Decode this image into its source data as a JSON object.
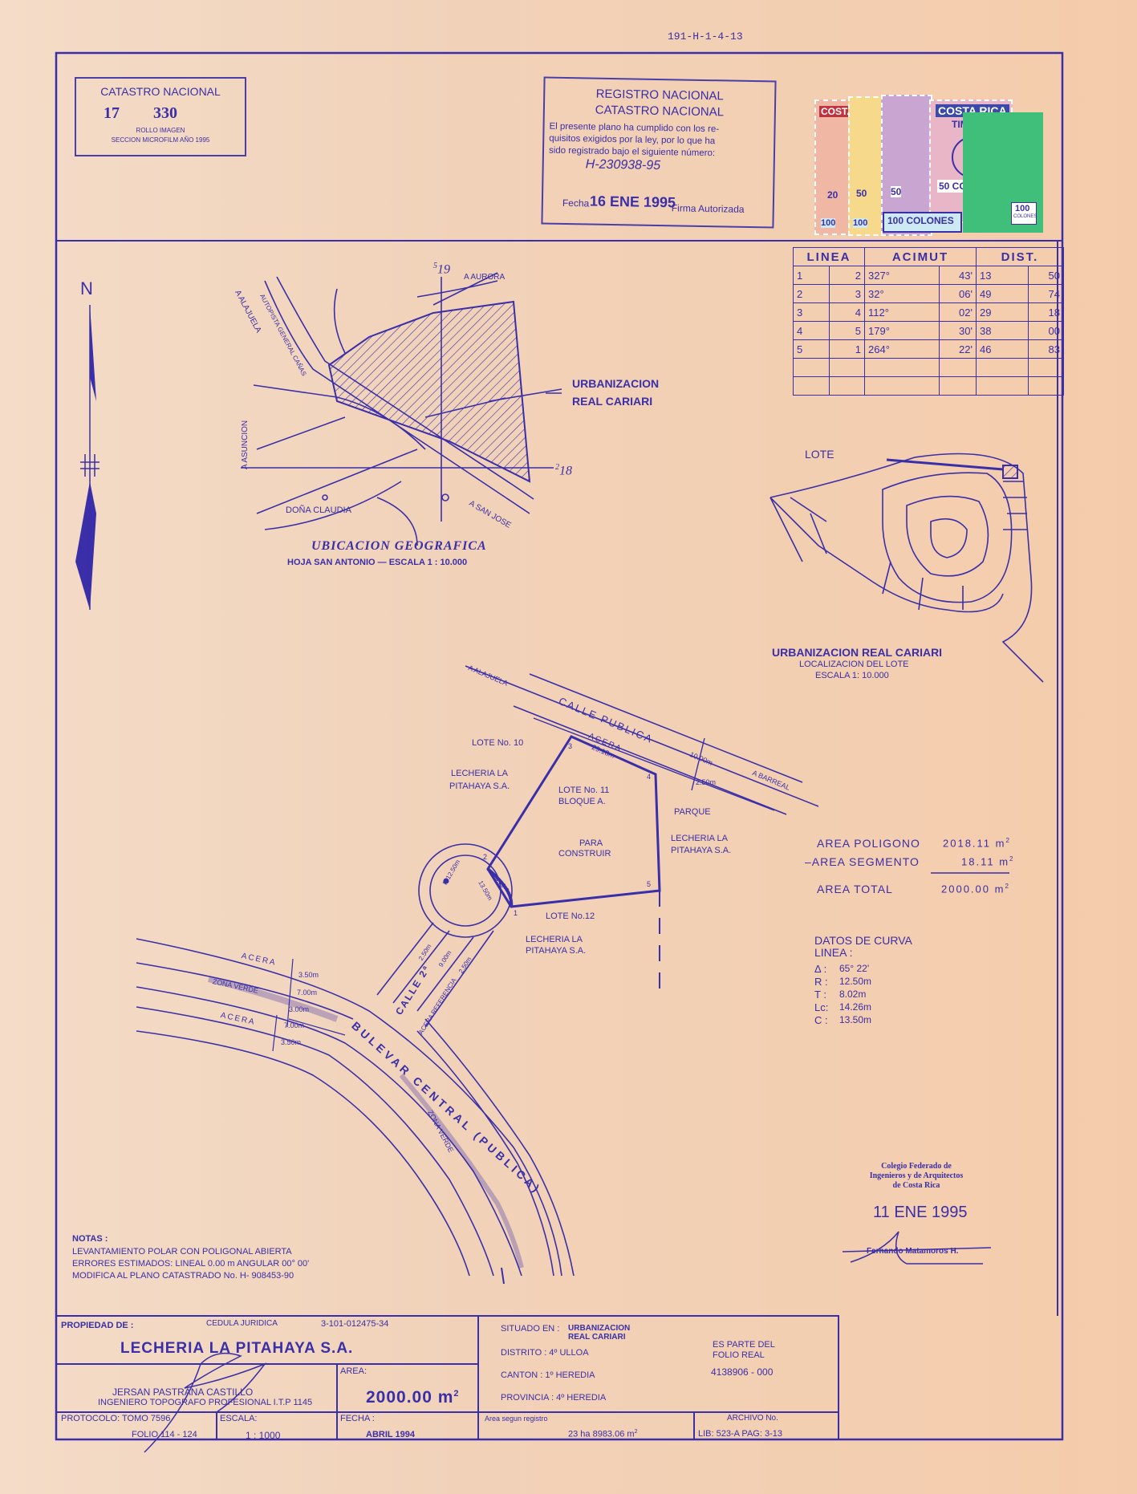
{
  "header": {
    "ref_code": "191-H-1-4-13",
    "catastro_title": "CATASTRO NACIONAL",
    "catastro_numbers": [
      "17",
      "330"
    ],
    "catastro_sub": [
      "ROLLO IMAGEN",
      "SECCION MICROFILM AÑO 1995"
    ],
    "registro_title": [
      "REGISTRO NACIONAL",
      "CATASTRO NACIONAL"
    ],
    "registro_text": [
      "El presente plano ha cumplido con los re-",
      "quisitos exigidos por la ley, por lo que ha",
      "sido registrado bajo el siguiente número:"
    ],
    "registro_number": "H-230938-95",
    "registro_date_label": "Fecha",
    "registro_date": "16 ENE 1995",
    "registro_sign_label": "Firma Autorizada",
    "stamps": {
      "brand": "COSTA RICA",
      "kind": "TIMBRE",
      "big_value": "50 COLONES",
      "low_value": "100 COLONES",
      "small_values": [
        "20",
        "50",
        "50",
        "100",
        "100",
        "100"
      ],
      "side_value": "100",
      "side_unit": "COLONES"
    }
  },
  "table": {
    "headers": [
      "LINEA",
      "ACIMUT",
      "DIST."
    ],
    "rows": [
      [
        "1",
        "2",
        "327°",
        "43'",
        "13",
        "50"
      ],
      [
        "2",
        "3",
        "32°",
        "06'",
        "49",
        "74"
      ],
      [
        "3",
        "4",
        "112°",
        "02'",
        "29",
        "18"
      ],
      [
        "4",
        "5",
        "179°",
        "30'",
        "38",
        "00"
      ],
      [
        "5",
        "1",
        "264°",
        "22'",
        "46",
        "83"
      ],
      [
        "",
        "",
        "",
        "",
        "",
        ""
      ],
      [
        "",
        "",
        "",
        "",
        "",
        ""
      ]
    ]
  },
  "location_map": {
    "north": "N",
    "label_urbanizacion": [
      "URBANIZACION",
      "REAL CARIARI"
    ],
    "grid_top": "19",
    "grid_top_sup": "5",
    "grid_right": "18",
    "grid_right_sup": "2",
    "road_labels": [
      "A AURORA",
      "A ALAJUELA",
      "AUTOPISTA GENERAL CAÑAS",
      "A ASUNCION",
      "DOÑA CLAUDIA",
      "A SAN JOSE"
    ],
    "title": "UBICACION GEOGRAFICA",
    "subtitle": "HOJA SAN ANTONIO — ESCALA 1 : 10.000"
  },
  "lote_map": {
    "lote_label": "LOTE",
    "title": "URBANIZACION REAL CARIARI",
    "subtitle": [
      "LOCALIZACION DEL LOTE",
      "ESCALA 1: 10.000"
    ]
  },
  "plan": {
    "calle_publica": "CALLE PUBLICA",
    "a_alajuela": "A ALAJUELA",
    "a_barreal": "A BARREAL",
    "acera": "ACERA",
    "acera_len": "29.18m",
    "width1": "10.00m",
    "width2": "2.50m",
    "lote10": "LOTE No. 10",
    "owner_top": [
      "LECHERIA LA",
      "PITAHAYA S.A."
    ],
    "lote11": [
      "LOTE No. 11",
      "BLOQUE A."
    ],
    "parque": "PARQUE",
    "owner_right": [
      "LECHERIA LA",
      "PITAHAYA S.A."
    ],
    "para_construir": [
      "PARA",
      "CONSTRUIR"
    ],
    "lote12": "LOTE No.12",
    "owner_bottom": [
      "LECHERIA LA",
      "PITAHAYA S.A."
    ],
    "vertices": [
      "1",
      "2",
      "3",
      "4",
      "5"
    ],
    "radius": "R 12.50m",
    "chord": "14.26m",
    "seg": "13.50m",
    "calle2": "CALLE 2ª",
    "calle_dims": [
      "2.50m",
      "9.00m",
      "2.50m"
    ],
    "referencia": "ACERA REFERENCIA",
    "bulevar": "BULEVAR CENTRAL (PUBLICA)",
    "zona_verde": "ZONA VERDE",
    "bulevar_dims": [
      "3.50m",
      "7.00m",
      "3.00m",
      "7.00m",
      "3.50m"
    ]
  },
  "areas": {
    "poligono_label": "AREA POLIGONO",
    "poligono": "2018.11",
    "segmento_label": "AREA SEGMENTO",
    "segmento": "18.11",
    "total_label": "AREA TOTAL",
    "total": "2000.00",
    "unit": "m",
    "unit_exp": "2"
  },
  "curve": {
    "title": [
      "DATOS DE CURVA",
      "LINEA :"
    ],
    "rows": [
      [
        "Δ :",
        "65° 22'"
      ],
      [
        "R :",
        "12.50m"
      ],
      [
        "T :",
        "8.02m"
      ],
      [
        "Lc:",
        "14.26m"
      ],
      [
        "C :",
        "13.50m"
      ]
    ]
  },
  "colegio": {
    "lines": [
      "Colegio Federado de",
      "Ingenieros y de Arquitectos",
      "de Costa Rica"
    ],
    "date": "11 ENE 1995",
    "name": "Fernando Matamoros H."
  },
  "notes": {
    "title": "NOTAS :",
    "lines": [
      "LEVANTAMIENTO POLAR CON POLIGONAL ABIERTA",
      "ERRORES ESTIMADOS: LINEAL 0.00 m ANGULAR 00° 00'",
      "MODIFICA AL PLANO CATASTRADO No. H- 908453-90"
    ]
  },
  "title_block": {
    "propiedad_label": "PROPIEDAD DE :",
    "cedula_label": "CEDULA JURIDICA",
    "cedula": "3-101-012475-34",
    "owner": "LECHERIA LA PITAHAYA S.A.",
    "engineer": [
      "JERSAN PASTRANA CASTILLO",
      "INGENIERO TOPOGRAFO PROFESIONAL I.T.P 1145"
    ],
    "area_label": "AREA:",
    "area": "2000.00 m",
    "area_exp": "2",
    "protocolo": "PROTOCOLO: TOMO 7596",
    "folio": "FOLIO 114 - 124",
    "escala_label": "ESCALA:",
    "escala": "1 : 1000",
    "fecha_label": "FECHA :",
    "fecha": "ABRIL 1994",
    "situado_label": "SITUADO EN :",
    "situado": [
      "URBANIZACION",
      "REAL CARIARI"
    ],
    "distrito": "DISTRITO : 4º ULLOA",
    "canton": "CANTON : 1º HEREDIA",
    "provincia": "PROVINCIA : 4º HEREDIA",
    "folio_real": [
      "ES PARTE DEL",
      "FOLIO REAL"
    ],
    "folio_real_num": "4138906 - 000",
    "area_registro_label": "Area segun registro",
    "area_registro": "23 ha 8983.06 m",
    "area_registro_exp": "2",
    "archivo_label": "ARCHIVO No.",
    "archivo": "LIB: 523-A  PAG: 3-13"
  }
}
